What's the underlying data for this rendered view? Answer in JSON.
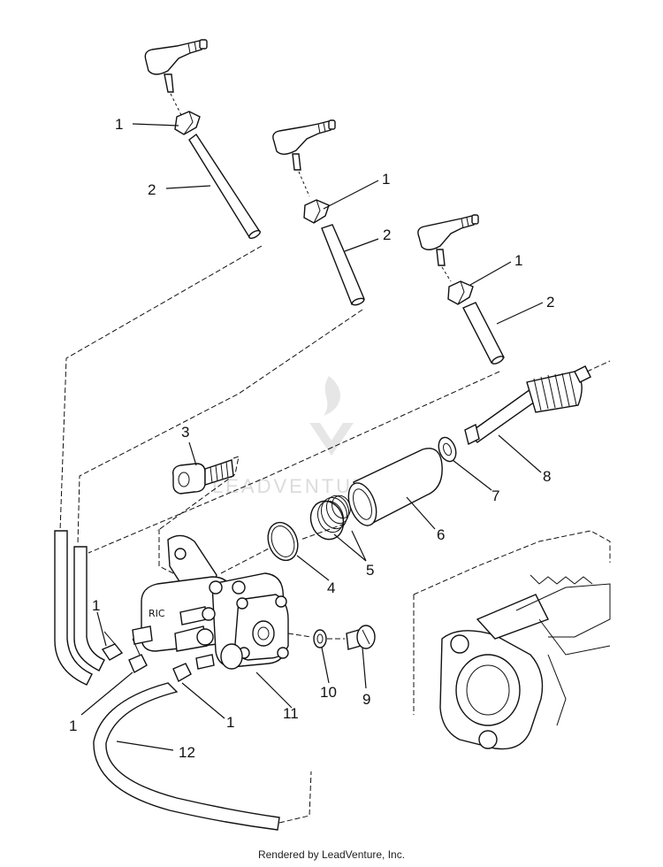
{
  "watermark": {
    "text": "LEADVENTURE",
    "color": "#d8d8d8"
  },
  "footer": {
    "text": "Rendered by LeadVenture, Inc."
  },
  "callouts": {
    "c1a": "1",
    "c2a": "2",
    "c1b": "1",
    "c2b": "2",
    "c1c": "1",
    "c2c": "2",
    "c3": "3",
    "c4": "4",
    "c5": "5",
    "c6": "6",
    "c7": "7",
    "c8": "8",
    "c9": "9",
    "c10": "10",
    "c11": "11",
    "c12": "12",
    "c1d": "1",
    "c1e": "1",
    "c1f": "1"
  },
  "colors": {
    "ink": "#111111",
    "background": "#ffffff"
  }
}
